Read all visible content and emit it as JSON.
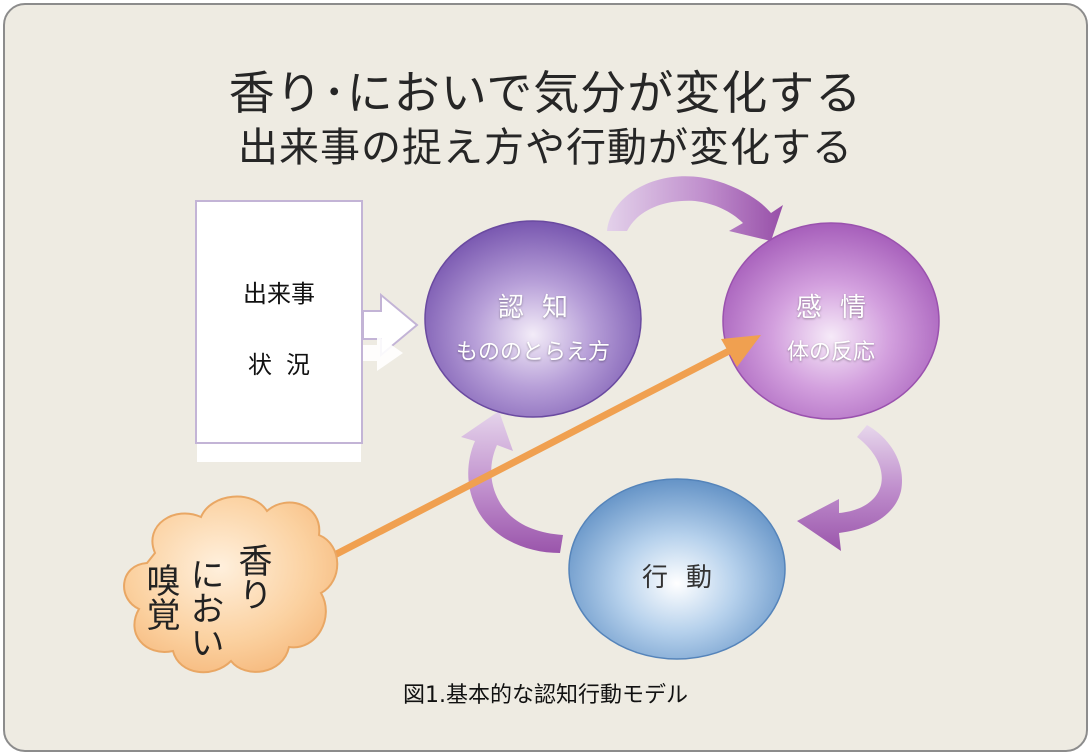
{
  "titles": {
    "line1": "香り･においで気分が変化する",
    "line2": "出来事の捉え方や行動が変化する"
  },
  "situation_box": {
    "line1": "出来事",
    "line2": "状況"
  },
  "nodes": {
    "cognition": {
      "title": "認知",
      "subtitle": "もののとらえ方"
    },
    "emotion": {
      "title": "感情",
      "subtitle": "体の反応"
    },
    "behavior": {
      "title": "行動"
    }
  },
  "cloud": {
    "col_smell": "嗅覚",
    "col_nioi": "におい",
    "col_kaori": "香り"
  },
  "caption": "図1.基本的な認知行動モデル",
  "colors": {
    "background": "#eeebe2",
    "cognition": "#8a66bd",
    "emotion": "#b266c4",
    "behavior": "#6f9fd0",
    "cycle_arrow": "#9b5ea8",
    "orange_arrow": "#f0a050",
    "cloud": "#f9c792"
  }
}
